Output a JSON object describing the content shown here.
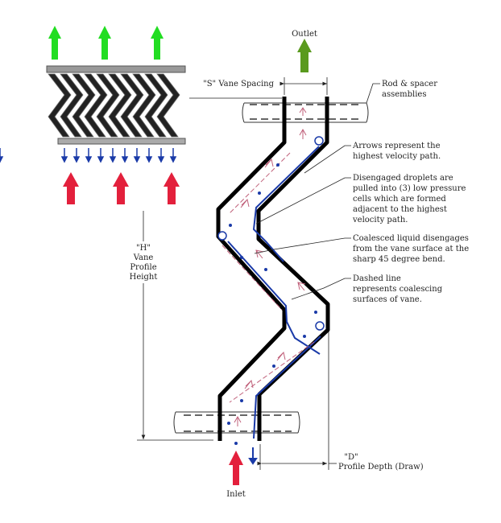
{
  "labels": {
    "outlet": "Outlet",
    "inlet": "Inlet",
    "vane_spacing": "\"S\" Vane Spacing",
    "rod_spacer": [
      "Rod & spacer",
      "assemblies"
    ],
    "arrows_note": [
      "Arrows represent the",
      "highest velocity path."
    ],
    "droplets_note": [
      "Disengaged droplets are",
      "pulled into (3) low pressure",
      "cells which are formed",
      "adjacent to the highest",
      "velocity path."
    ],
    "coalesced_note": [
      "Coalesced liquid disengages",
      "from the vane surface at the",
      "sharp 45 degree bend."
    ],
    "dashed_note": [
      "Dashed line",
      "represents coalescing",
      "surfaces of vane."
    ],
    "height_dim": [
      "\"H\"",
      "Vane",
      "Profile",
      "Height"
    ],
    "depth_dim": [
      "\"D\"",
      "Profile Depth (Draw)"
    ]
  },
  "colors": {
    "outlet_arrow": "#5a9a1e",
    "green_arrows": "#22dd22",
    "inlet_arrow": "#e3203c",
    "droplets": "#1a3aa8",
    "vane": "#000000",
    "flow_arrows": "#c0607a"
  }
}
